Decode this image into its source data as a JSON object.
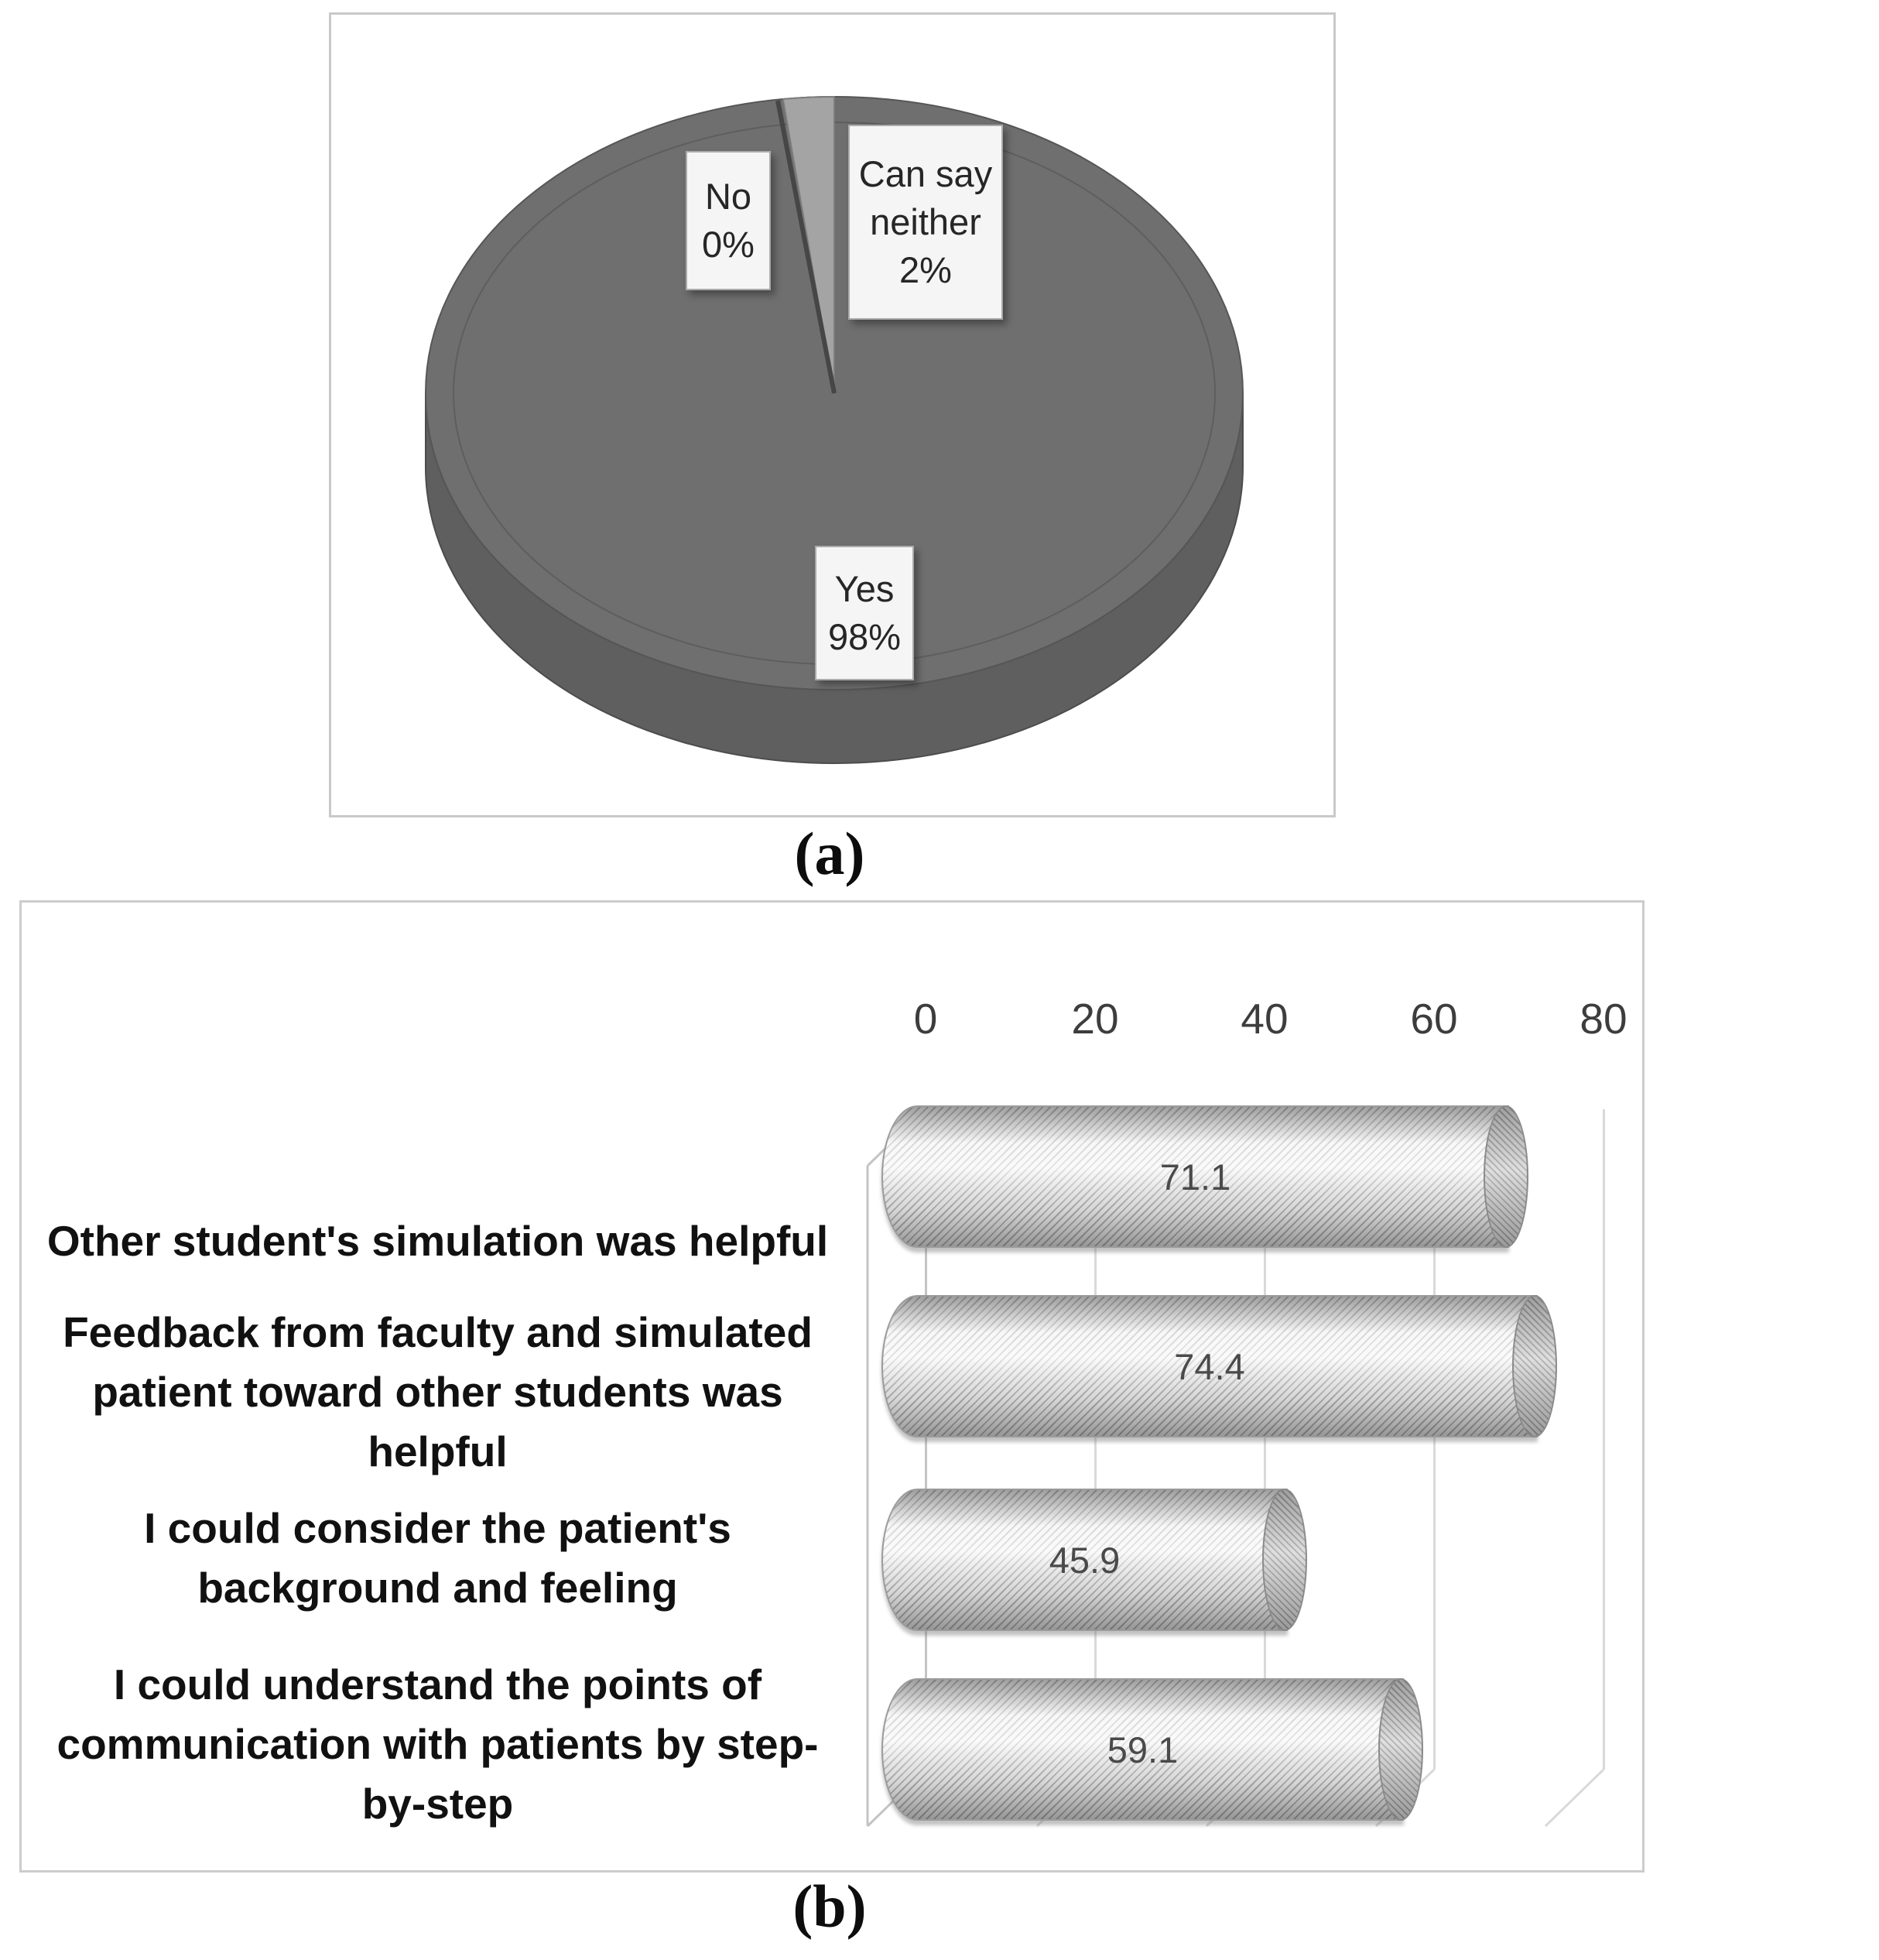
{
  "captions": {
    "a": "(a)",
    "b": "(b)"
  },
  "chart_data": [
    {
      "type": "pie",
      "panel": "a",
      "labels": [
        "Yes",
        "No",
        "Can say neither"
      ],
      "values": [
        98,
        0,
        2
      ],
      "unit": "%",
      "legend_position": "none",
      "style": "3d",
      "colors": {
        "yes": "#6f6f6f",
        "no": "#464646",
        "can_say_neither": "#a4a4a4",
        "side": "#5f5f5f"
      },
      "data_labels": {
        "no": {
          "line1": "No",
          "line2": "0%"
        },
        "neither": {
          "line1": "Can say",
          "line2": "neither",
          "line3": "2%"
        },
        "yes": {
          "line1": "Yes",
          "line2": "98%"
        }
      }
    },
    {
      "type": "bar",
      "panel": "b",
      "orientation": "horizontal",
      "style": "3d-cylinder-hatched",
      "categories": [
        "Other student's simulation was helpful",
        "Feedback from faculty and simulated\npatient toward other students was\nhelpful",
        "I could consider the patient's\nbackground and feeling",
        "I could understand the points of\ncommunication with patients by step-\nby-step"
      ],
      "values": [
        71.1,
        74.4,
        45.9,
        59.1
      ],
      "value_labels": [
        "71.1",
        "74.4",
        "45.9",
        "59.1"
      ],
      "xlim": [
        0,
        80
      ],
      "xticks": [
        "0",
        "20",
        "40",
        "60",
        "80"
      ],
      "grid": "vertical",
      "legend_position": "none"
    }
  ]
}
